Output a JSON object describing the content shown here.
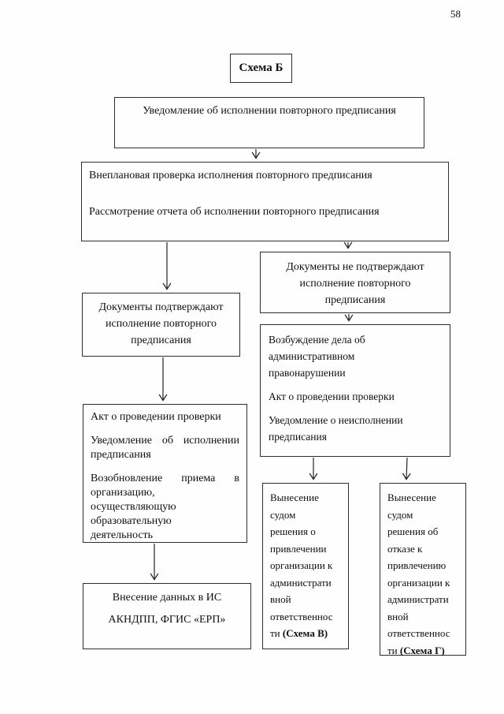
{
  "page": {
    "number": "58"
  },
  "diagram": {
    "title": "Схема Б",
    "boxes": {
      "notice": {
        "text": "Уведомление об исполнении повторного предписания"
      },
      "inspection": {
        "line1": "Внеплановая проверка исполнения повторного предписания",
        "line2": "Рассмотрение отчета об исполнении повторного предписания"
      },
      "docs_confirm": {
        "text": "Документы подтверждают исполнение повторного предписания"
      },
      "docs_not_confirm": {
        "text": "Документы не подтверждают исполнение повторного предписания"
      },
      "resume": {
        "lines": [
          "Акт о проведении проверки",
          "Уведомление об исполнении",
          "предписания",
          "Возобновление приема в",
          "организацию,",
          "осуществляющую",
          "образовательную",
          "деятельность"
        ]
      },
      "data_entry": {
        "line1": "Внесение данных в ИС",
        "line2": "АКНДПП, ФГИС «ЕРП»"
      },
      "case_initiation": {
        "p1": "Возбуждение дела об административном правонарушении",
        "p2": "Акт о проведении проверки",
        "p3": "Уведомление о неисполнении предписания"
      },
      "court_attract": {
        "lines": [
          "Вынесение",
          "судом",
          "решения о",
          "привлечении",
          "организации к",
          "администрати",
          "вной",
          "ответственнос",
          "ти "
        ],
        "scheme": "(Схема В)"
      },
      "court_refuse": {
        "lines": [
          "Вынесение",
          "судом",
          "решения об",
          "отказе к",
          "привлечению",
          "организации к",
          "администрати",
          "вной",
          "ответственнос",
          "ти "
        ],
        "scheme": "(Схема Г)"
      }
    }
  }
}
